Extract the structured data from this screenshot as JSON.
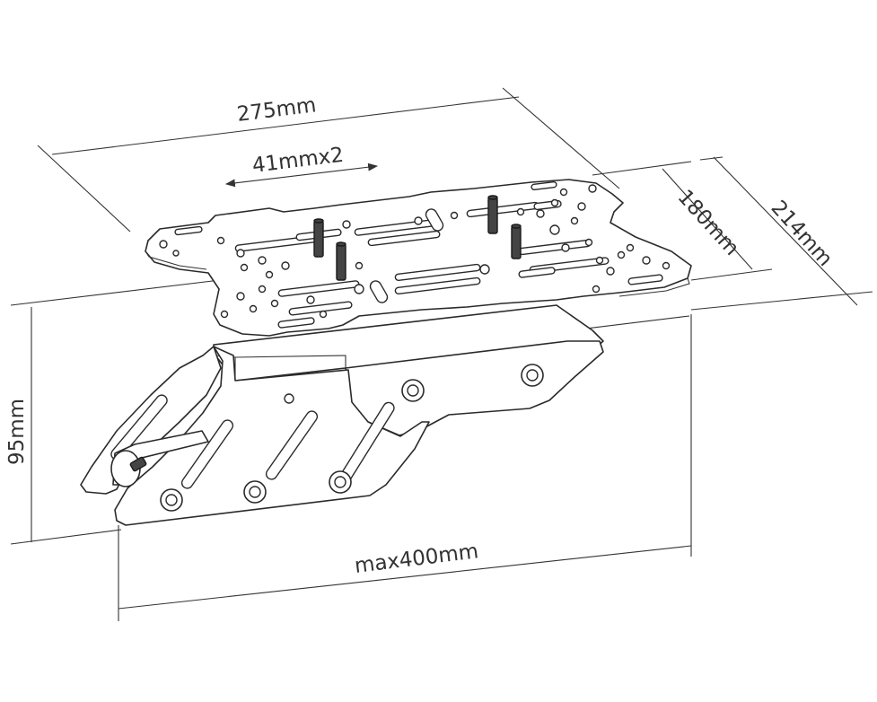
{
  "dimensions": {
    "plate_length": "275mm",
    "slot_spacing": "41mmx2",
    "plate_depth_inner": "180mm",
    "plate_depth_outer": "214mm",
    "height": "95mm",
    "max_length": "max400mm"
  },
  "colors": {
    "line": "#333333",
    "background": "#ffffff"
  }
}
